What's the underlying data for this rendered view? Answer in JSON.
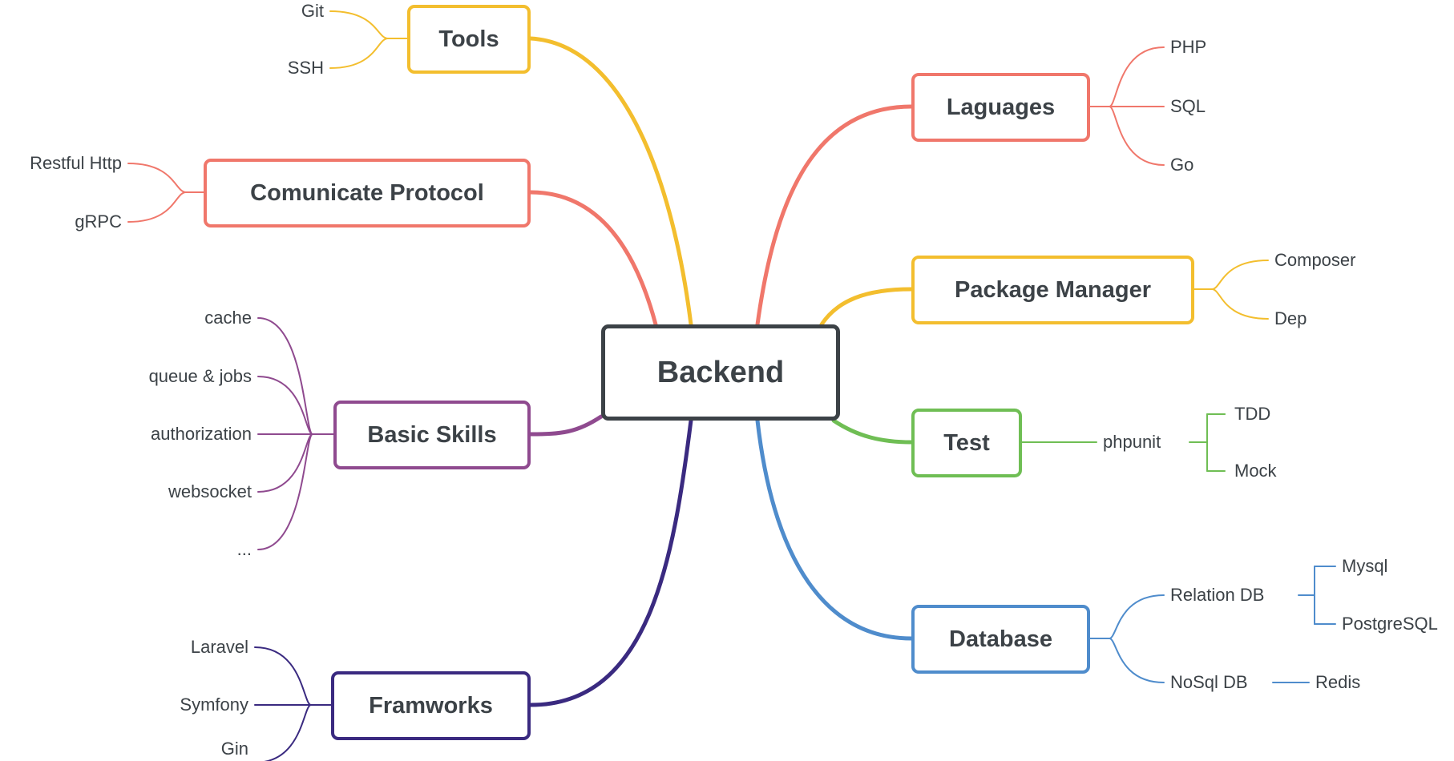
{
  "center": {
    "label": "Backend",
    "color": "#3c4247"
  },
  "branches": {
    "tools": {
      "label": "Tools",
      "color": "#f3be2e",
      "children": [
        "Git",
        "SSH"
      ]
    },
    "protocol": {
      "label": "Comunicate Protocol",
      "color": "#f0776b",
      "children": [
        "Restful Http",
        "gRPC"
      ]
    },
    "skills": {
      "label": "Basic Skills",
      "color": "#8f4a8f",
      "children": [
        "cache",
        "queue & jobs",
        "authorization",
        "websocket",
        "..."
      ]
    },
    "frameworks": {
      "label": "Framworks",
      "color": "#3a2a80",
      "children": [
        "Laravel",
        "Symfony",
        "Gin"
      ]
    },
    "languages": {
      "label": "Laguages",
      "color": "#f0776b",
      "children": [
        "PHP",
        "SQL",
        "Go"
      ]
    },
    "package": {
      "label": "Package Manager",
      "color": "#f3be2e",
      "children": [
        "Composer",
        "Dep"
      ]
    },
    "test": {
      "label": "Test",
      "color": "#6fbe54",
      "children": [
        "phpunit"
      ],
      "grandchildren": [
        "TDD",
        "Mock"
      ]
    },
    "database": {
      "label": "Database",
      "color": "#4f8ccc",
      "children": [
        "Relation DB",
        "NoSql DB"
      ],
      "relation_children": [
        "Mysql",
        "PostgreSQL"
      ],
      "nosql_children": [
        "Redis"
      ]
    }
  }
}
